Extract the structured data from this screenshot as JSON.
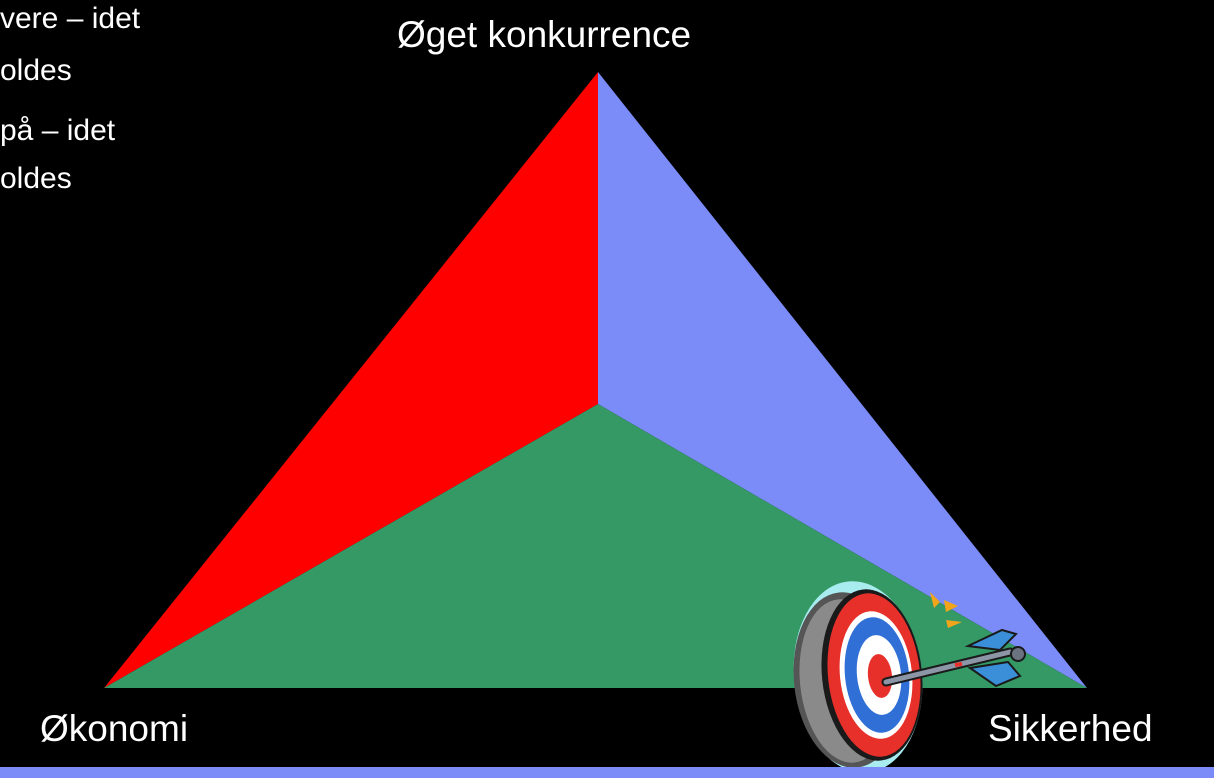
{
  "bullets": [
    "vere – idet",
    "oldes",
    "på – idet",
    "oldes"
  ],
  "labels": {
    "top": "Øget konkurrence",
    "left": "Økonomi",
    "right": "Sikkerhed"
  },
  "colors": {
    "background": "#000000",
    "text": "#ffffff",
    "red_face": "#ff0000",
    "blue_face": "#7b8bf7",
    "green_face": "#359966",
    "bottom_bar": "#7b8bf7",
    "target_red": "#e8302a",
    "target_blue": "#2f6fd6",
    "dart_feather": "#3a8fd8"
  },
  "icons": {
    "target": "dartboard-with-arrow-icon"
  }
}
